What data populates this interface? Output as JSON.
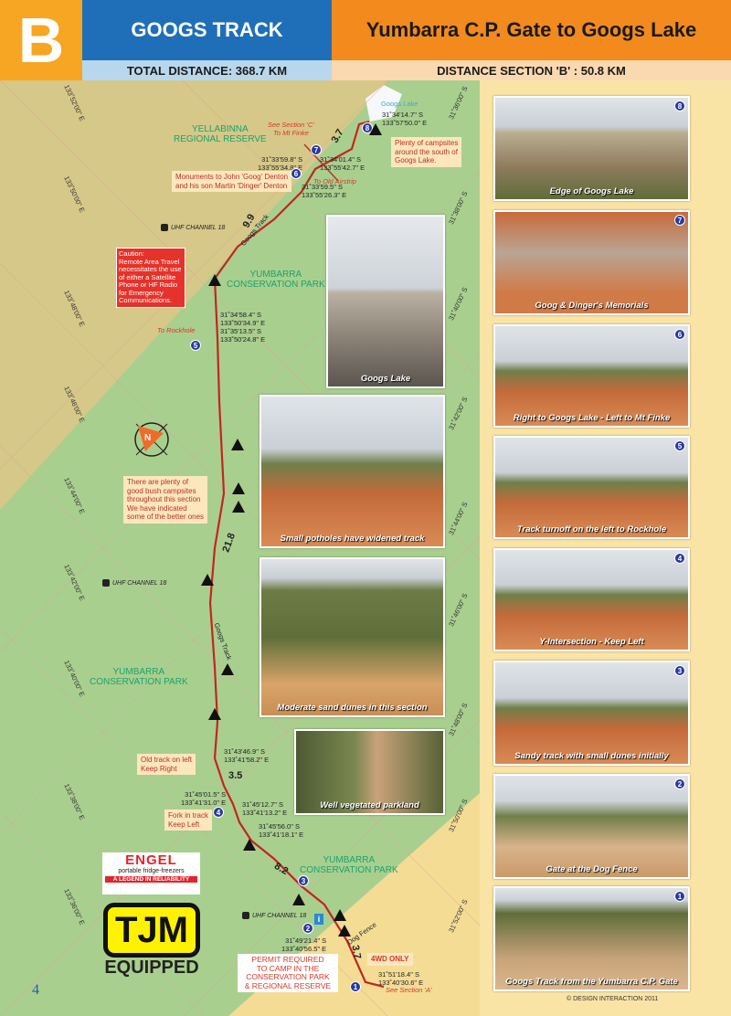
{
  "header": {
    "section_letter": "B",
    "track_name": "GOOGS TRACK",
    "section_title": "Yumbarra C.P. Gate to Googs Lake",
    "total_distance": "TOTAL DISTANCE:  368.7 KM",
    "section_distance": "DISTANCE SECTION  'B' :  50.8 KM"
  },
  "map": {
    "parks": [
      "YELLABINNA\nREGIONAL RESERVE",
      "YUMBARRA\nCONSERVATION PARK",
      "YUMBARRA\nCONSERVATION PARK",
      "YUMBARRA\nCONSERVATION PARK"
    ],
    "places": [
      "Googs Lake",
      "See Section 'C'\nTo Mt Finke",
      "To Old Airstrip",
      "To Rockhole",
      "Dog Fence",
      "See Section 'A'",
      "Googs Track",
      "Googs Track"
    ],
    "coords": [
      "31˚34'14.7\" S\n133˚57'50.0\" E",
      "31˚33'59.8\" S\n133˚55'34.8\" E",
      "31˚34'01.4\" S\n133˚55'42.7\" E",
      "31˚33'59.5\" S\n133˚55'26.3\" E",
      "31˚34'58.4\" S\n133˚50'34.9\" E",
      "31˚35'13.5\" S\n133˚50'24.8\" E",
      "31˚43'46.9\" S\n133˚41'58.2\" E",
      "31˚45'01.5\" S\n133˚41'31.0\" E",
      "31˚45'12.7\" S\n133˚41'13.2\" E",
      "31˚45'56.0\" S\n133˚41'18.1\" E",
      "31˚49'21.4\" S\n133˚40'56.5\" E",
      "31˚51'18.4\" S\n133˚40'30.6\" E"
    ],
    "notes": [
      "Plenty of campsites\naround the south of\nGoogs Lake.",
      "Monuments to John 'Goog' Denton\nand his son Martin 'Dinger' Denton",
      "There are plenty of\ngood bush campsites\nthroughout this section\nWe have indicated\nsome of the better ones",
      "Old track on left\nKeep Right",
      "Fork in track\nKeep Left",
      "4WD ONLY"
    ],
    "caution": "Caution:\nRemote Area Travel\nnecessitates the use\nof either a Satellite\nPhone or HF Radio\nfor Emergency\nCommunications.",
    "permit": "PERMIT REQUIRED\nTO CAMP IN THE\nCONSERVATION PARK\n& REGIONAL RESERVE",
    "uhf": [
      "UHF CHANNEL 18",
      "UHF CHANNEL 18",
      "UHF CHANNEL 18"
    ],
    "distances": [
      "3.7",
      "9.9",
      "21.8",
      "3.5",
      "8.2",
      "3.7"
    ],
    "waypoints": [
      "8",
      "7",
      "6",
      "5",
      "4",
      "3",
      "2",
      "1"
    ],
    "longitudes": [
      "133˚52'00\" E",
      "133˚50'00\" E",
      "133˚48'00\" E",
      "133˚46'00\" E",
      "133˚44'00\" E",
      "133˚42'00\" E",
      "133˚40'00\" E",
      "133˚38'00\" E",
      "133˚36'00\" E"
    ],
    "latitudes": [
      "31˚36'00\" S",
      "31˚38'00\" S",
      "31˚40'00\" S",
      "31˚42'00\" S",
      "31˚44'00\" S",
      "31˚46'00\" S",
      "31˚48'00\" S",
      "31˚50'00\" S",
      "31˚52'00\" S"
    ],
    "compass": "N"
  },
  "map_photos": [
    "Googs Lake",
    "Small potholes have widened track",
    "Moderate sand dunes in this section",
    "Well vegetated parkland"
  ],
  "photos": [
    {
      "num": "8",
      "caption": "Edge of Googs Lake"
    },
    {
      "num": "7",
      "caption": "Goog & Dinger's Memorials"
    },
    {
      "num": "6",
      "caption": "Right to Googs Lake - Left to Mt Finke"
    },
    {
      "num": "5",
      "caption": "Track turnoff on the left to Rockhole"
    },
    {
      "num": "4",
      "caption": "Y-Intersection - Keep Left"
    },
    {
      "num": "3",
      "caption": "Sandy track with small dunes initially"
    },
    {
      "num": "2",
      "caption": "Gate at the Dog Fence"
    },
    {
      "num": "1",
      "caption": "Googs Track from the Yumbarra C.P. Gate"
    }
  ],
  "ads": {
    "engel": "ENGEL",
    "engel_sub": "portable fridge-freezers",
    "engel_tag": "A LEGEND IN RELIABILITY",
    "tjm": "TJM",
    "tjm_sub": "EQUIPPED"
  },
  "footer": {
    "page": "4",
    "copyright": "© DESIGN INTERACTION 2011"
  }
}
